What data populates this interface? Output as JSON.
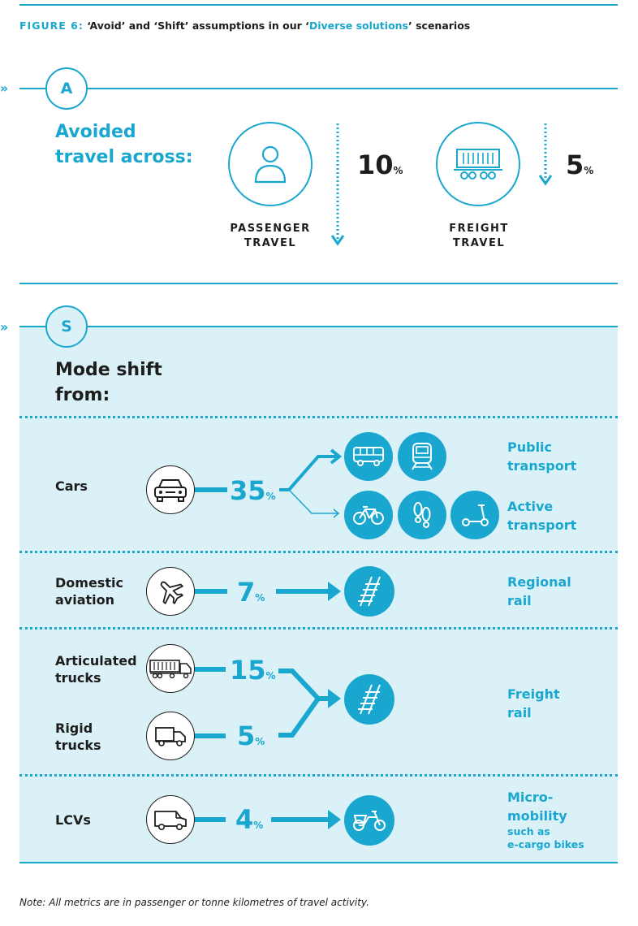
{
  "figure": {
    "label": "FIGURE 6:",
    "title_part1": " ‘Avoid’ and ‘Shift’ assumptions in our ‘",
    "title_highlight": "Diverse solutions",
    "title_part2": "’ scenarios"
  },
  "avoid": {
    "badge": "A",
    "heading_line1": "Avoided",
    "heading_line2": "travel across:",
    "passenger": {
      "caption_line1": "PASSENGER",
      "caption_line2": "TRAVEL",
      "value": "10",
      "unit": "%",
      "icon": "person-icon"
    },
    "freight": {
      "caption_line1": "FREIGHT",
      "caption_line2": "TRAVEL",
      "value": "5",
      "unit": "%",
      "icon": "freight-wagon-icon"
    }
  },
  "shift": {
    "badge": "S",
    "heading_line1": "Mode shift",
    "heading_line2": "from:",
    "rows": [
      {
        "label_line1": "Cars",
        "label_line2": "",
        "value": "35",
        "unit": "%",
        "icon": "car-icon",
        "destinations": [
          {
            "line1": "Public",
            "line2": "transport",
            "icons": [
              "bus-icon",
              "train-icon"
            ]
          },
          {
            "line1": "Active",
            "line2": "transport",
            "icons": [
              "bicycle-icon",
              "footprints-icon",
              "scooter-icon"
            ]
          }
        ]
      },
      {
        "label_line1": "Domestic",
        "label_line2": "aviation",
        "value": "7",
        "unit": "%",
        "icon": "plane-icon",
        "destination": {
          "line1": "Regional",
          "line2": "rail",
          "icon": "rail-track-icon"
        }
      },
      {
        "label_line1": "Articulated",
        "label_line2": "trucks",
        "value": "15",
        "unit": "%",
        "icon": "articulated-truck-icon"
      },
      {
        "label_line1": "Rigid",
        "label_line2": "trucks",
        "value": "5",
        "unit": "%",
        "icon": "rigid-truck-icon",
        "destination": {
          "line1": "Freight",
          "line2": "rail",
          "icon": "rail-track-icon"
        }
      },
      {
        "label_line1": "LCVs",
        "label_line2": "",
        "value": "4",
        "unit": "%",
        "icon": "van-icon",
        "destination": {
          "line1": "Micro-",
          "line2": "mobility",
          "sub_line1": "such as",
          "sub_line2": "e-cargo bikes",
          "icon": "cargo-bike-icon"
        }
      }
    ]
  },
  "note": "Note: All metrics are in passenger or tonne kilometres of travel activity.",
  "colors": {
    "accent": "#1aa7cf",
    "panel": "#dbf1f8",
    "text": "#1d1d1b"
  }
}
